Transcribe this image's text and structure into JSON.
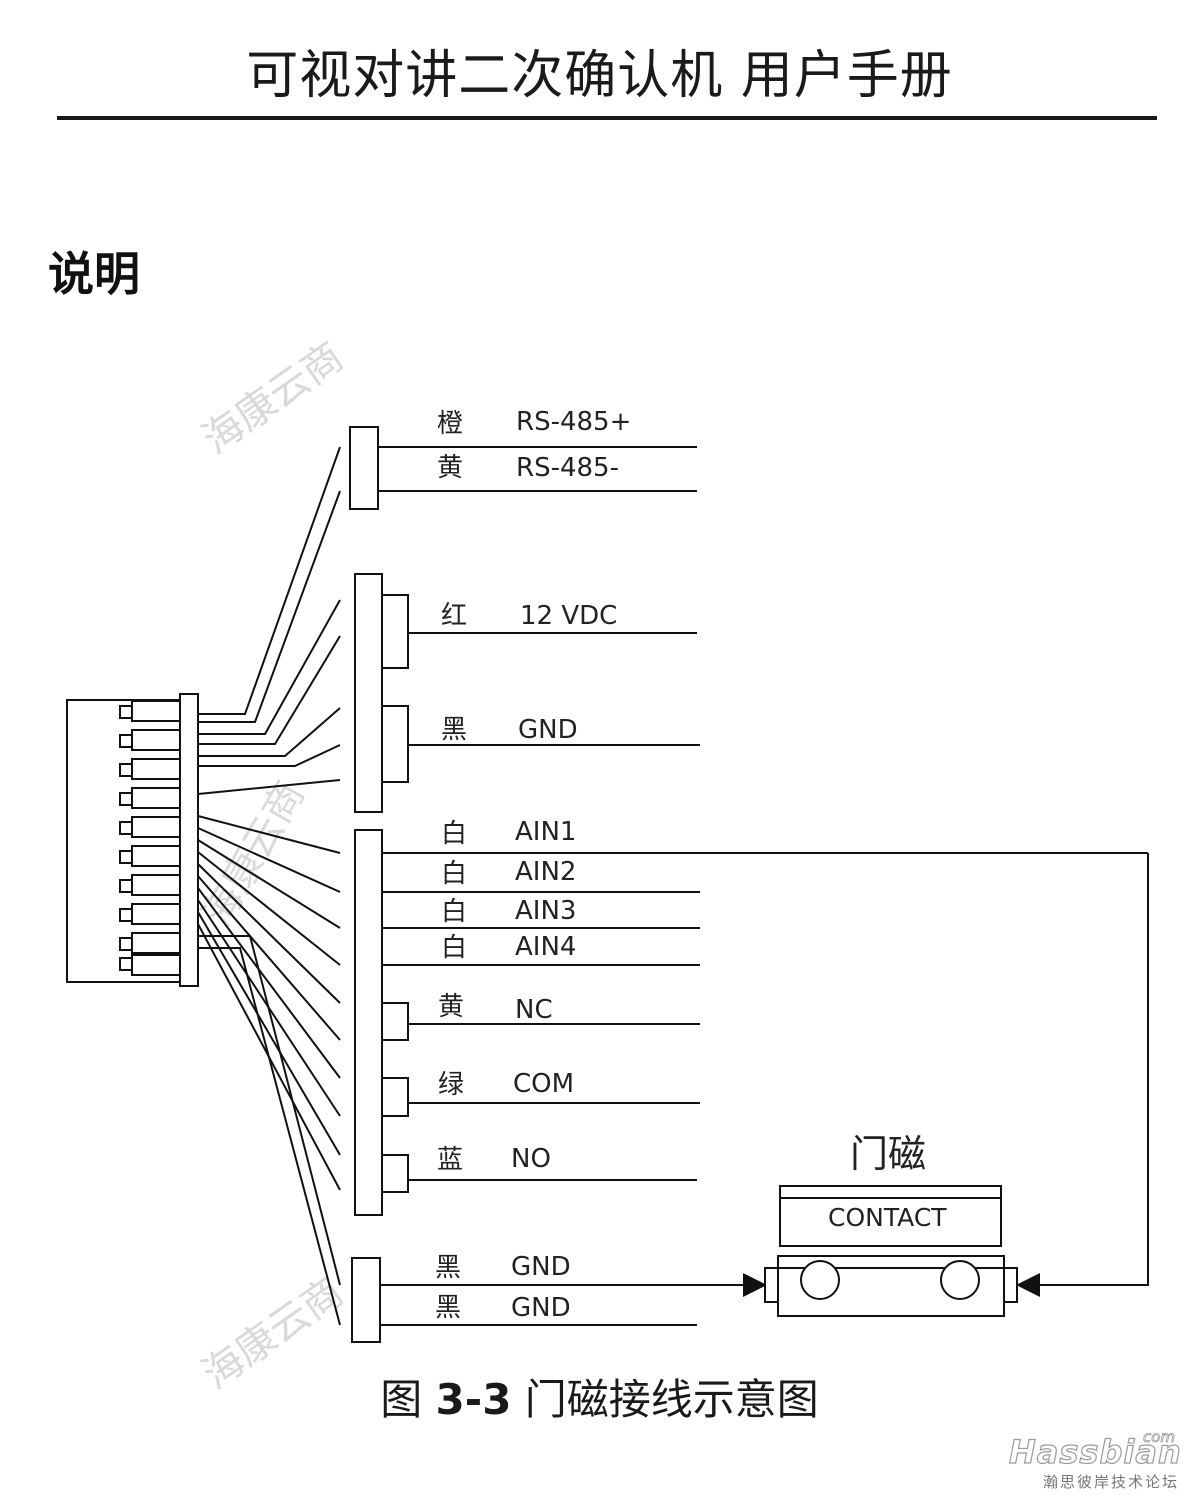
{
  "header": {
    "title": "可视对讲二次确认机 用户手册"
  },
  "section": {
    "heading": "说明"
  },
  "diagram": {
    "wires": [
      {
        "color": "橙",
        "signal": "RS-485+"
      },
      {
        "color": "黄",
        "signal": "RS-485-"
      },
      {
        "color": "红",
        "signal": "12 VDC"
      },
      {
        "color": "黑",
        "signal": "GND"
      },
      {
        "color": "白",
        "signal": "AIN1"
      },
      {
        "color": "白",
        "signal": "AIN2"
      },
      {
        "color": "白",
        "signal": "AIN3"
      },
      {
        "color": "白",
        "signal": "AIN4"
      },
      {
        "color": "黄",
        "signal": "NC"
      },
      {
        "color": "绿",
        "signal": "COM"
      },
      {
        "color": "蓝",
        "signal": "NO"
      },
      {
        "color": "黑",
        "signal": "GND"
      },
      {
        "color": "黑",
        "signal": "GND"
      }
    ],
    "door_sensor": {
      "title": "门磁",
      "label": "CONTACT"
    },
    "watermark": "海康云商"
  },
  "caption": {
    "prefix": "图 ",
    "number": "3-3",
    "text": " 门磁接线示意图"
  },
  "site": {
    "brand": "Hassbian",
    "dotcom": "com",
    "subtitle": "瀚思彼岸技术论坛"
  }
}
